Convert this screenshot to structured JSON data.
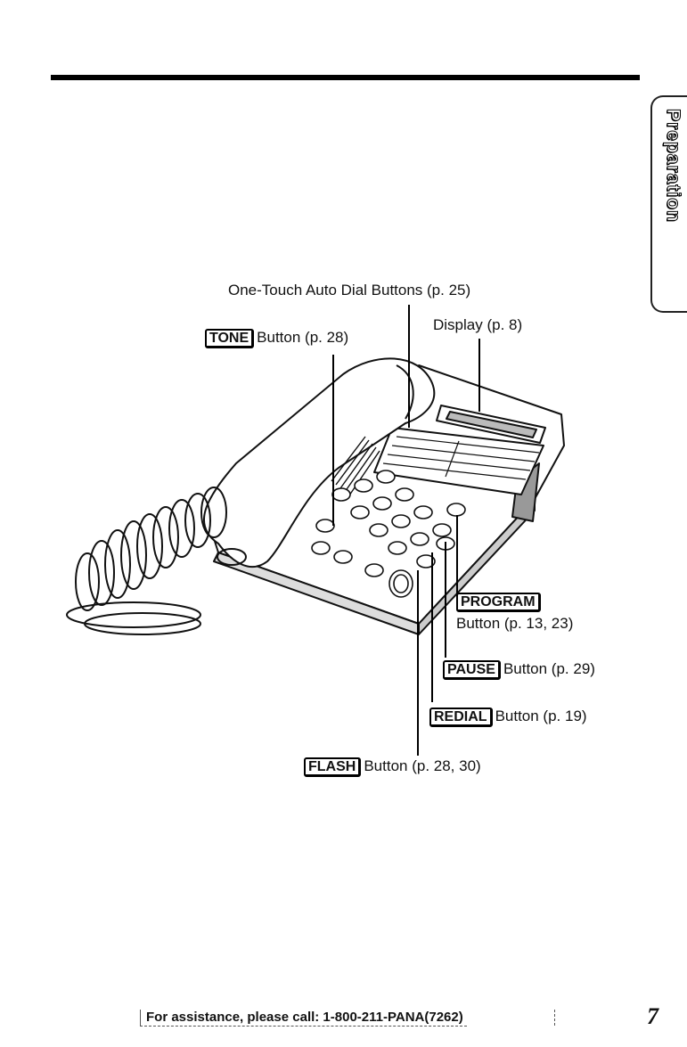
{
  "tab": {
    "label": "Preparation"
  },
  "labels": {
    "one_touch": "One-Touch Auto Dial Buttons (p. 25)",
    "tone_key": "TONE",
    "tone_text": "Button (p. 28)",
    "display": "Display (p. 8)",
    "program_key": "PROGRAM",
    "program_text": "Button (p. 13, 23)",
    "pause_key": "PAUSE",
    "pause_text": "Button (p. 29)",
    "redial_key": "REDIAL",
    "redial_text": "Button (p. 19)",
    "flash_key": "FLASH",
    "flash_text": "Button (p. 28, 30)"
  },
  "footer": {
    "text": "For assistance, please call: 1-800-211-PANA(7262)"
  },
  "page_number": "7"
}
